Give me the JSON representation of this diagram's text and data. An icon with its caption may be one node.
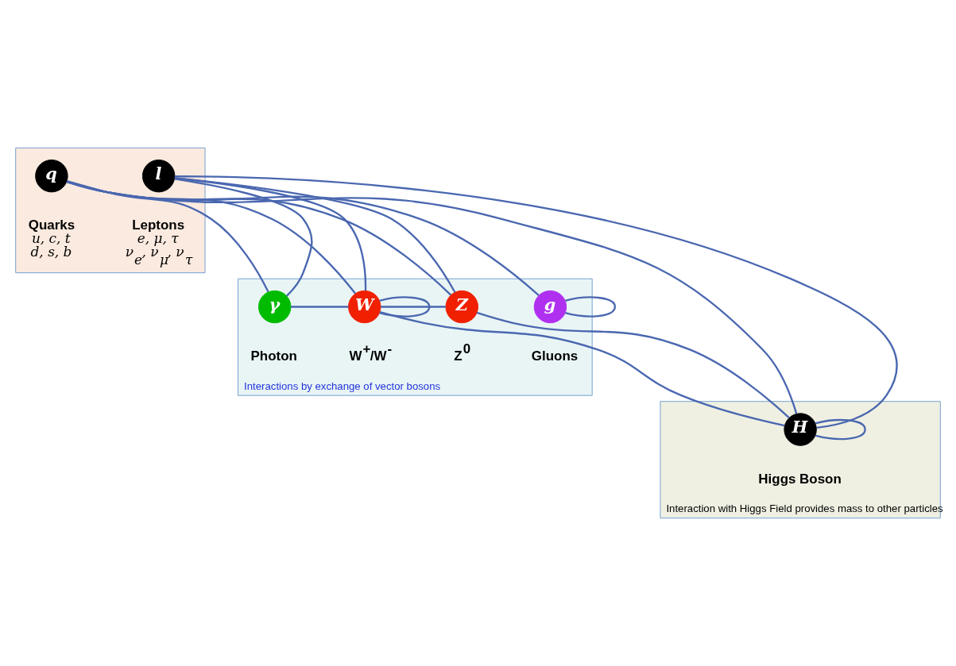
{
  "diagram": {
    "nodes": [
      {
        "text": [],
        "shape": "band"
      },
      {
        "text": [
          "Interactions by exchange of vector bosons"
        ]
      },
      {
        "text": [
          "Interaction with Higgs Field provides mass to other particles"
        ]
      },
      {
        "text": [
          "l"
        ],
        "in": 0,
        "beside": [
          "Leptons",
          "e, μ, τ",
          "ν$_{e}$, ν$_{μ}$, ν$_{τ}$"
        ]
      },
      {
        "text": [
          "q"
        ],
        "in": 0,
        "beside": [
          "Quarks",
          "u, c, t",
          "d, s, b"
        ]
      },
      {
        "text": [
          "γ"
        ],
        "in": 1,
        "beside": [
          "Photon"
        ]
      },
      {
        "text": [
          "W"
        ],
        "in": 1,
        "beside": [
          "W$^{+}$/W$^{-}$"
        ]
      },
      {
        "text": [
          "Z"
        ],
        "in": 1,
        "beside": [
          "Z$^{0}$"
        ]
      },
      {
        "text": [
          "g"
        ],
        "in": 1,
        "beside": [
          "Gluons"
        ]
      },
      {
        "text": [
          "H"
        ],
        "in": 2,
        "beside": [
          "Higgs Boson"
        ]
      }
    ],
    "edges": [
      {
        "from": 3,
        "to": 5,
        "arrow": "none"
      },
      {
        "from": 3,
        "to": 6,
        "arrow": "none"
      },
      {
        "from": 3,
        "to": 7,
        "arrow": "none"
      },
      {
        "from": 3,
        "to": 9,
        "arrow": "none"
      },
      {
        "from": 4,
        "to": 5,
        "arrow": "none"
      },
      {
        "from": 4,
        "to": 6,
        "arrow": "none"
      },
      {
        "from": 4,
        "to": 7,
        "arrow": "none"
      },
      {
        "from": 4,
        "to": 8,
        "arrow": "none"
      },
      {
        "from": 4,
        "to": 9,
        "arrow": "none"
      },
      {
        "from": 6,
        "to": 6,
        "arrow": "none"
      },
      {
        "from": 5,
        "to": 6,
        "arrow": "none"
      },
      {
        "from": 6,
        "to": 7,
        "arrow": "none"
      },
      {
        "from": 8,
        "to": 8,
        "arrow": "none"
      },
      {
        "from": 6,
        "to": 9,
        "arrow": "none"
      },
      {
        "from": 7,
        "to": 9,
        "arrow": "none"
      },
      {
        "from": 9,
        "to": 9,
        "arrow": "none"
      }
    ]
  }
}
